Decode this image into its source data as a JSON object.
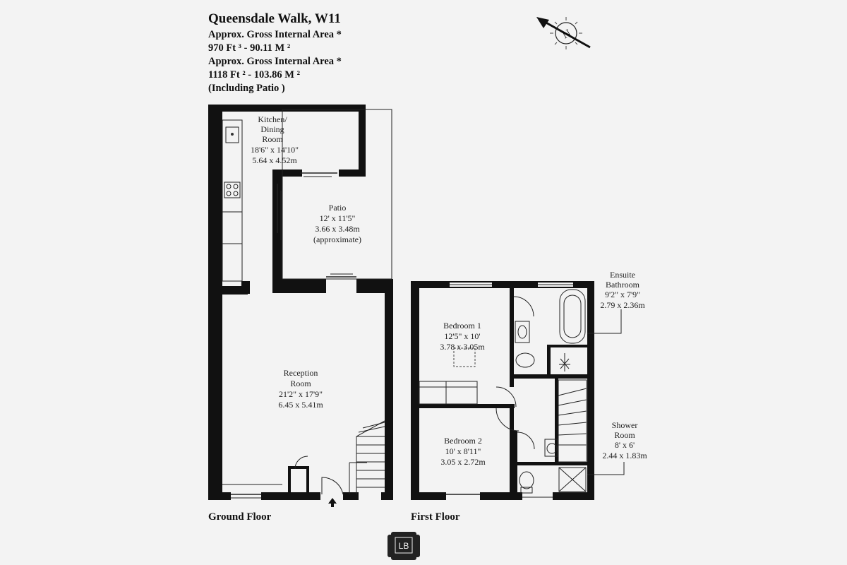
{
  "header": {
    "title": "Queensdale Walk, W11",
    "area1_label": "Approx. Gross Internal Area *",
    "area1_value": "970 Ft ³  -  90.11 M ²",
    "area2_label": "Approx. Gross Internal Area *",
    "area2_value": "1118 Ft ²  -  103.86 M ²",
    "area_note": "(Including Patio )"
  },
  "compass": {
    "letter": "N",
    "icon": "north-arrow-icon"
  },
  "rooms": {
    "kitchen": {
      "name1": "Kitchen/",
      "name2": "Dining",
      "name3": "Room",
      "imperial": "18'6\" x 14'10\"",
      "metric": "5.64 x 4.52m"
    },
    "patio": {
      "name": "Patio",
      "imperial": "12' x 11'5\"",
      "metric": "3.66 x 3.48m",
      "note": "(approximate)"
    },
    "reception": {
      "name1": "Reception",
      "name2": "Room",
      "imperial": "21'2\" x 17'9\"",
      "metric": "6.45 x 5.41m"
    },
    "bedroom1": {
      "name": "Bedroom 1",
      "imperial": "12'5\" x 10'",
      "metric": "3.78 x 3.05m"
    },
    "bedroom2": {
      "name": "Bedroom 2",
      "imperial": "10' x 8'11\"",
      "metric": "3.05 x 2.72m"
    },
    "ensuite": {
      "name1": "Ensuite",
      "name2": "Bathroom",
      "imperial": "9'2\" x 7'9\"",
      "metric": "2.79 x 2.36m"
    },
    "shower": {
      "name1": "Shower",
      "name2": "Room",
      "imperial": "8' x 6'",
      "metric": "2.44 x 1.83m"
    }
  },
  "floors": {
    "ground": "Ground Floor",
    "first": "First Floor"
  },
  "logo": {
    "text": "LB"
  }
}
